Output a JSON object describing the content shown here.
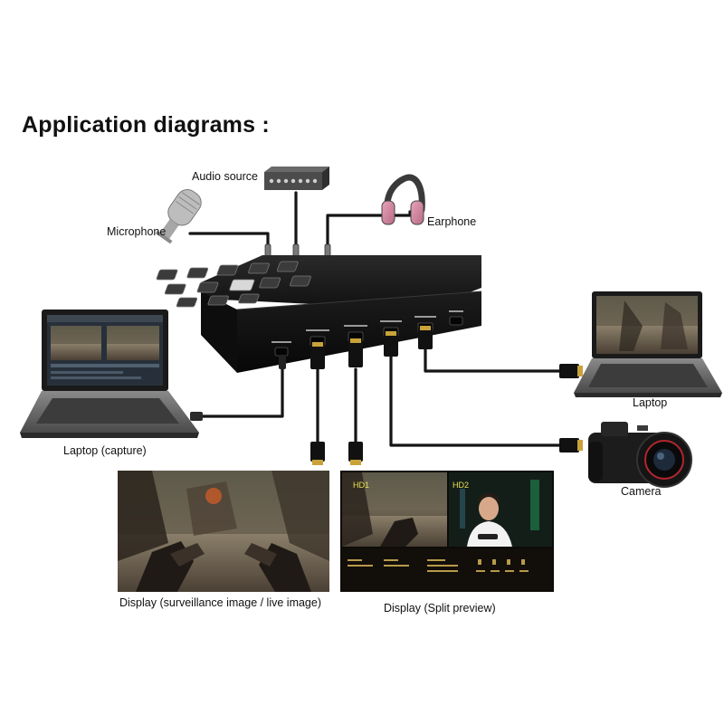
{
  "diagram": {
    "title": "Application diagrams :",
    "labels": {
      "audio_source": "Audio source",
      "microphone": "Microphone",
      "earphone": "Earphone",
      "laptop_right": "Laptop",
      "laptop_capture": "Laptop (capture)",
      "camera": "Camera",
      "display_live": "Display (surveillance image / live image)",
      "display_split": "Display (Split preview)"
    },
    "split_preview": {
      "badge_left": "HD1",
      "badge_right": "HD2"
    }
  }
}
